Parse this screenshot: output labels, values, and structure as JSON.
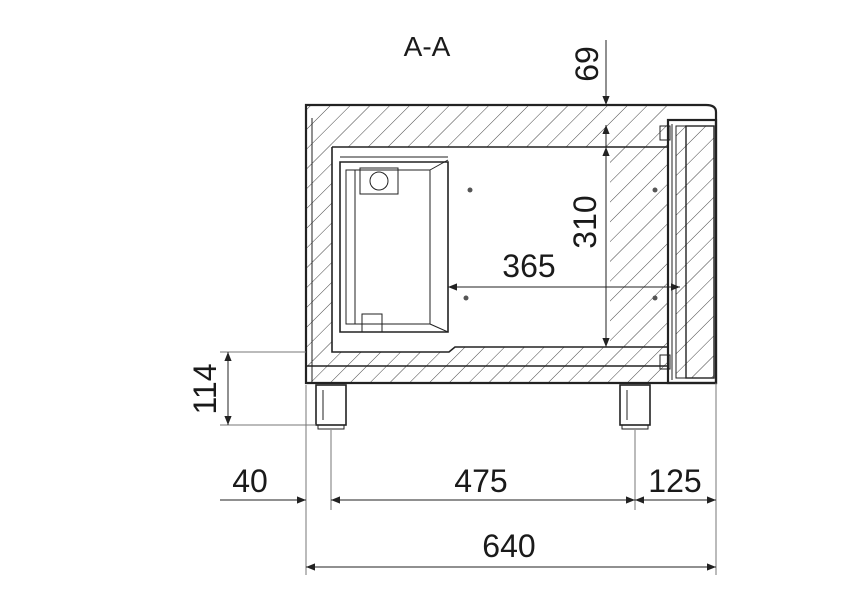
{
  "section_label": "A-A",
  "dimensions": {
    "top_wall_thickness": "69",
    "inner_height": "310",
    "inner_depth": "365",
    "leg_height": "114",
    "front_overhang": "40",
    "leg_spacing": "475",
    "rear_offset": "125",
    "overall_depth": "640"
  }
}
